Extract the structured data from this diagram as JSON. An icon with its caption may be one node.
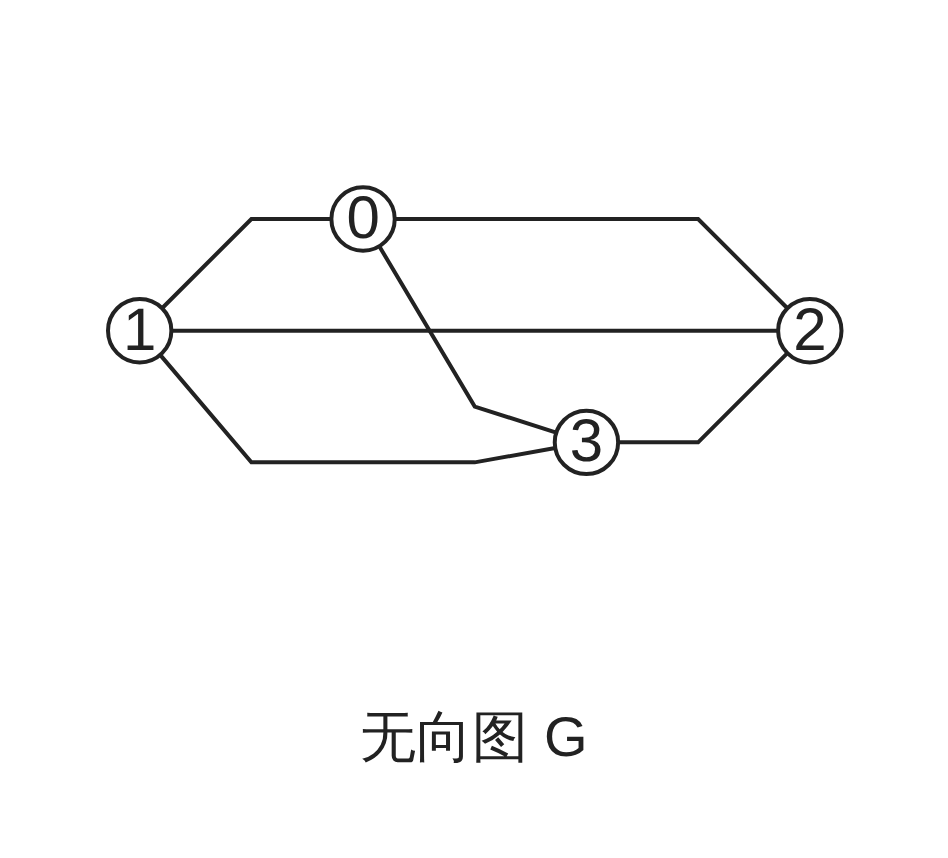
{
  "diagram": {
    "caption": "无向图 G",
    "nodes": [
      {
        "text": [
          "0"
        ]
      },
      {
        "text": [
          "1"
        ]
      },
      {
        "text": [
          "2"
        ]
      },
      {
        "text": [
          "3"
        ]
      }
    ],
    "edges": [
      {
        "from": 1,
        "to": 0,
        "arrow": "none"
      },
      {
        "from": 0,
        "to": 2,
        "arrow": "none"
      },
      {
        "from": 0,
        "to": 3,
        "arrow": "none"
      },
      {
        "from": 1,
        "to": 2,
        "arrow": "none"
      },
      {
        "from": 1,
        "to": 3,
        "arrow": "none"
      },
      {
        "from": 3,
        "to": 2,
        "arrow": "none"
      }
    ]
  }
}
